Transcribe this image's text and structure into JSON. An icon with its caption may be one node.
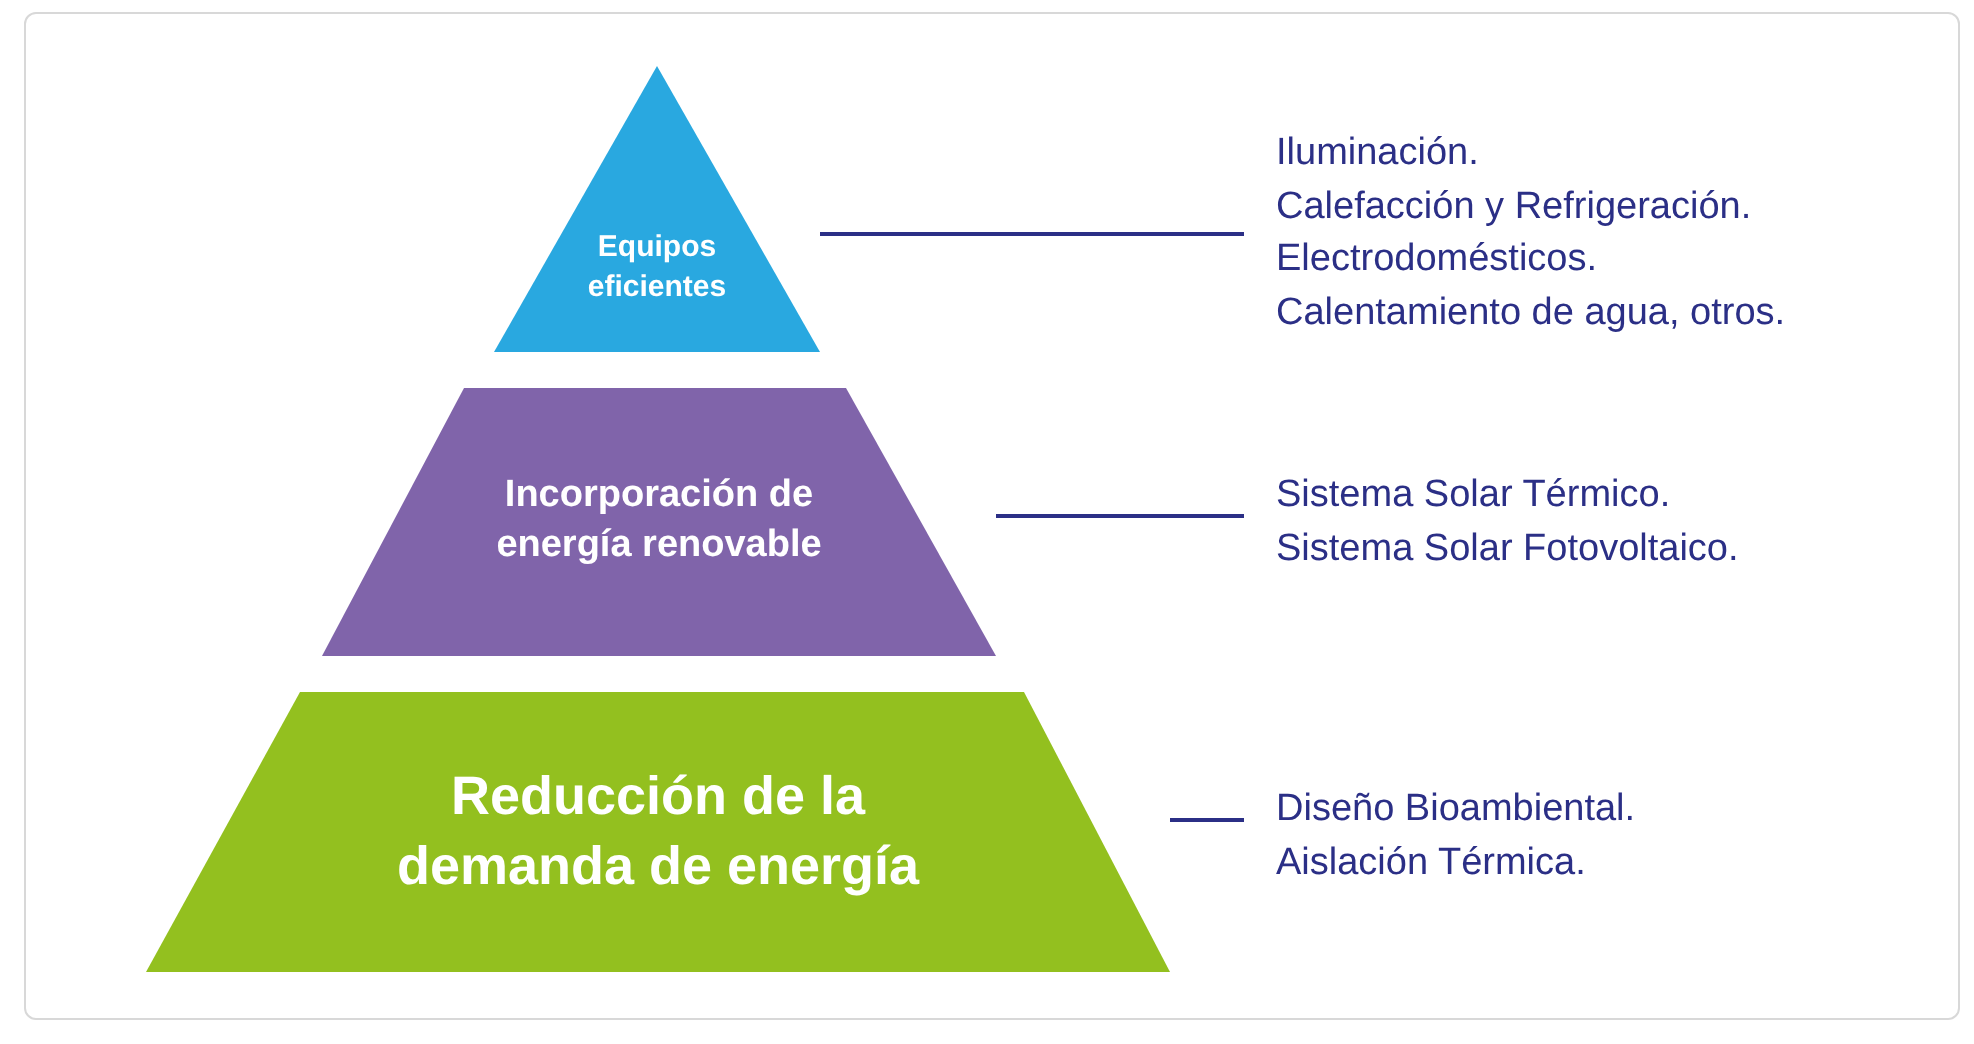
{
  "diagram": {
    "nodes": [
      {
        "text": [
          "Equipos eficientes"
        ]
      },
      {
        "text": [
          "Incorporación de energía renovable"
        ]
      },
      {
        "text": [
          "Reducción de la demanda de energía"
        ]
      },
      {
        "text": [
          "Iluminación.",
          "Calefacción y Refrigeración.",
          "Electrodomésticos.",
          "Calentamiento de agua, otros."
        ]
      },
      {
        "text": [
          "Sistema Solar Térmico.",
          "Sistema Solar Fotovoltaico."
        ]
      },
      {
        "text": [
          "Diseño Bioambiental.",
          "Aislación Térmica."
        ]
      }
    ],
    "edges": [
      {
        "from": 0,
        "to": 3,
        "arrow": "none"
      },
      {
        "from": 1,
        "to": 4,
        "arrow": "none"
      },
      {
        "from": 2,
        "to": 5,
        "arrow": "none"
      }
    ]
  }
}
